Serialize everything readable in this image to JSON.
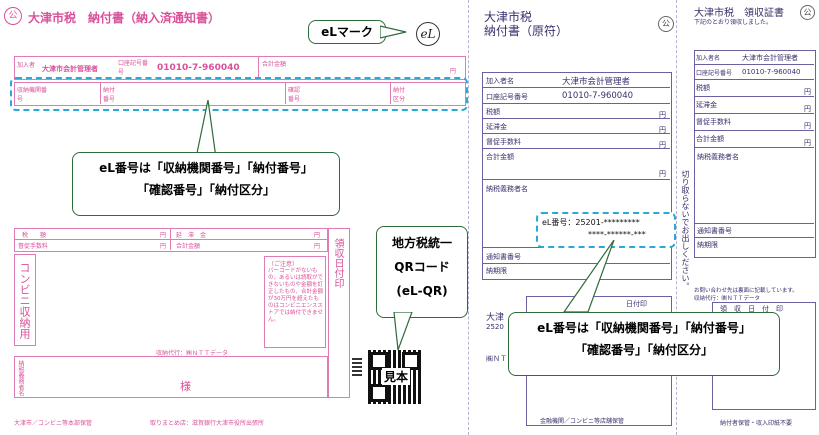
{
  "left_form": {
    "seal": "公",
    "title": "大津市税　納付書（納入済通知書）",
    "payer_label": "加入者",
    "payer_name": "大津市会計管理者",
    "account_label": "口座記号番号",
    "account_no": "01010-7-960040",
    "total_label": "合計金額",
    "yen": "円",
    "collect_label": "収納機関番号",
    "payno_label": "納付番号",
    "confirm_label": "確認番号",
    "kubun_label": "納付区分",
    "tax_label": "税　　額",
    "delay_label": "延　滞　金",
    "fee_label": "督促手数料",
    "total2_label": "合計金額",
    "conv_label": "コンビニ収納用",
    "notice_head": "（ご注意）",
    "notice_body": "バーコードがないもの、あるいは読取ができないものや金額を訂正したもの、合計金額が30万円を超えたものはコンビニエンスストアでは納付できません。",
    "agent": "収納代行：㈱ＮＴＴデータ",
    "payer_name_label": "納税義務者名",
    "sama": "様",
    "receipt_stamp": "領収日付印",
    "footer_left": "大津市／コンビニ等本部保管",
    "footer_mid": "取りまとめ店：滋賀銀行大津市役所出張所"
  },
  "middle_form": {
    "title1": "大津市税",
    "title2": "納付書（原符）",
    "seal": "公",
    "payer_label": "加入者名",
    "payer_name": "大津市会計管理者",
    "account_label": "口座記号番号",
    "account_no": "01010-7-960040",
    "tax": "税額",
    "delay": "延滞金",
    "fee": "督促手数料",
    "total": "合計金額",
    "yen": "円",
    "payer_name_label": "納税義務者名",
    "el_line1": "eL番号：25201-*********",
    "el_line2": "****-******-***",
    "notice_no": "通知書番号",
    "deadline": "納期限",
    "bottom_name": "大津",
    "bottom_no": "2520",
    "bottom_agent": "㈱ＮＴ",
    "stamp_head": "日付印",
    "footer": "金融機関／コンビニ等店舗保管"
  },
  "right_form": {
    "title": "大津市税　領収証書",
    "subtitle": "下記のとおり領収しました。",
    "seal": "公",
    "payer_label": "加入者名",
    "payer_name": "大津市会計管理者",
    "account_label": "口座記号番号",
    "account_no": "01010-7-960040",
    "tax": "税額",
    "delay": "延滞金",
    "fee": "督促手数料",
    "total": "合計金額",
    "yen": "円",
    "payer_name_label": "納税義務者名",
    "notice_no": "通知書番号",
    "deadline": "納期限",
    "inquiry": "お問い合わせ先は裏面に記載しています。",
    "agent": "収納代行：㈱ＮＴＴデータ",
    "stamp_head": "領　収　日　付　印",
    "footer": "納付者保管・収入印紙不要"
  },
  "side_text": "切り取らないでお出しください。",
  "callouts": {
    "el_mark": "eLマーク",
    "el_logo": "eL",
    "el_desc_top_line1": "eL番号は「収納機関番号」「納付番号」",
    "el_desc_top_line2": "「確認番号」「納付区分」",
    "qr_line1": "地方税統一",
    "qr_line2": "QRコード",
    "qr_line3": "(eL-QR)",
    "qr_stamp": "見本",
    "el_desc_bottom_line1": "eL番号は「収納機関番号」「納付番号」",
    "el_desc_bottom_line2": "「確認番号」「納付区分」"
  },
  "colors": {
    "left_form_accent": "#d9519a",
    "receipt_accent": "#3a2f6b",
    "callout_border": "#2f6b3a",
    "highlight_dash": "#2aa9d6"
  }
}
